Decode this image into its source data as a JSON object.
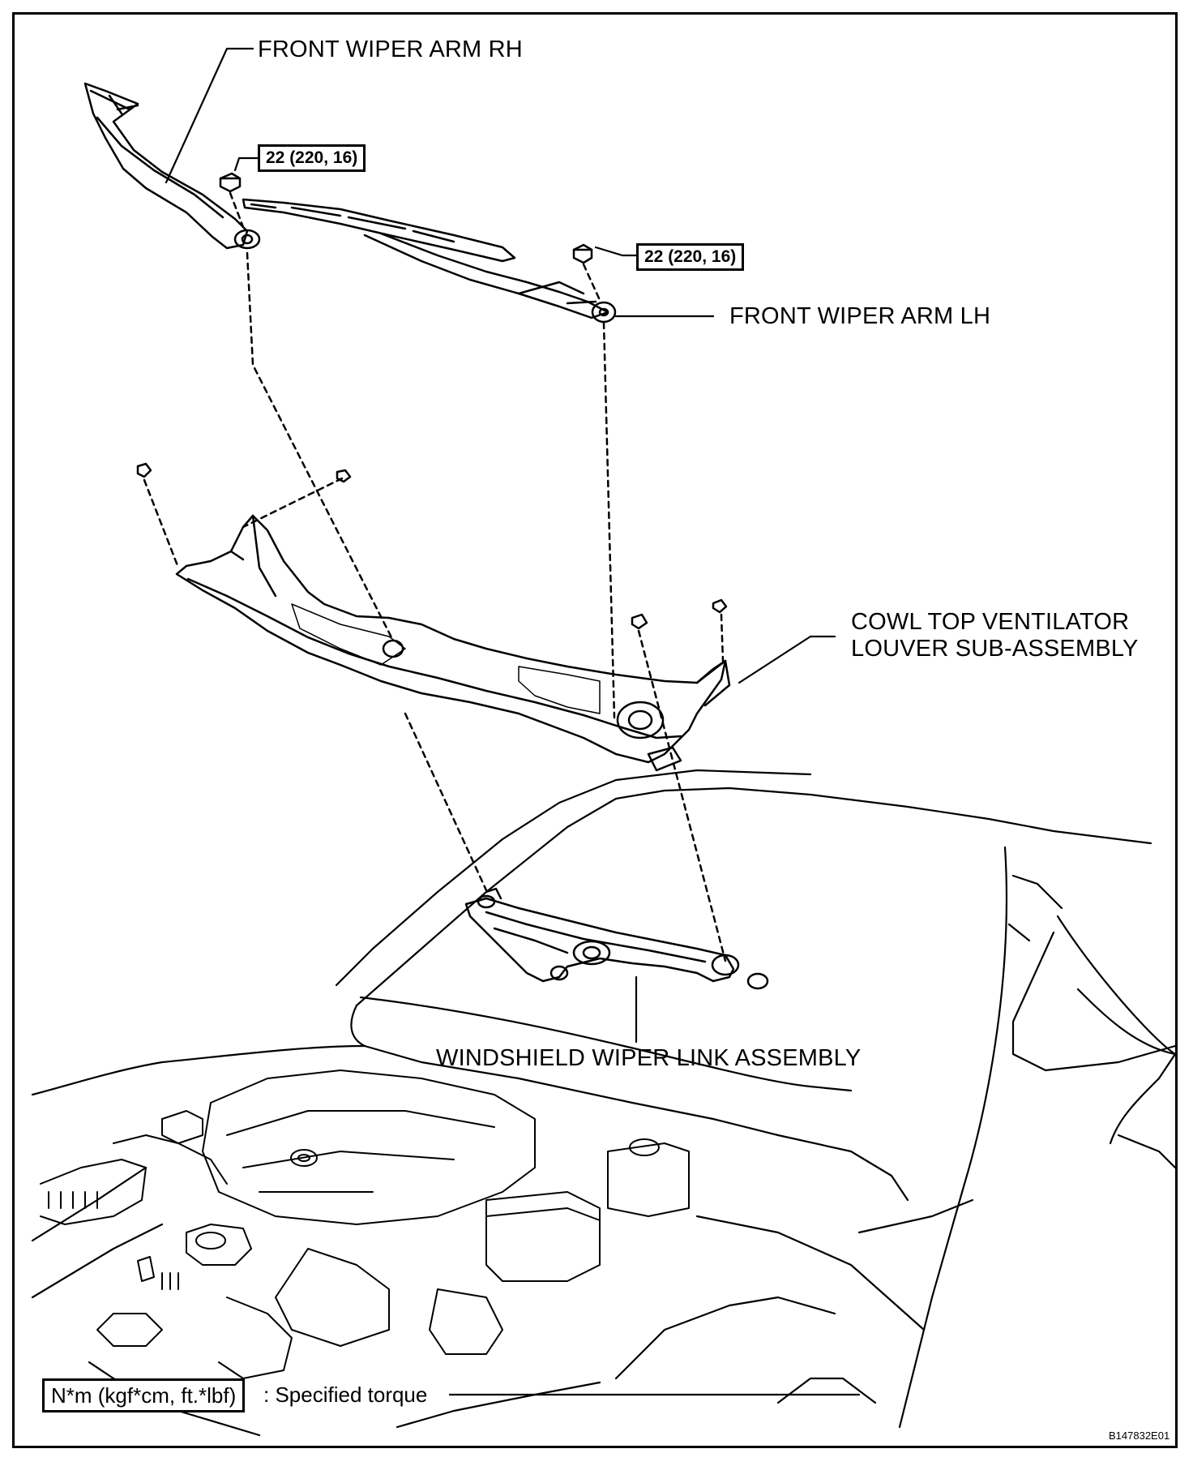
{
  "labels": {
    "wiper_arm_rh": "FRONT WIPER ARM RH",
    "wiper_arm_lh": "FRONT WIPER ARM LH",
    "cowl_line1": "COWL TOP VENTILATOR",
    "cowl_line2": "LOUVER SUB-ASSEMBLY",
    "link_assembly": "WINDSHIELD WIPER LINK ASSEMBLY"
  },
  "torque": {
    "rh_nut": "22 (220, 16)",
    "lh_nut": "22 (220, 16)"
  },
  "legend": {
    "unit_box": "N*m (kgf*cm, ft.*lbf)",
    "description": ": Specified torque"
  },
  "figure_code": "B147832E01"
}
